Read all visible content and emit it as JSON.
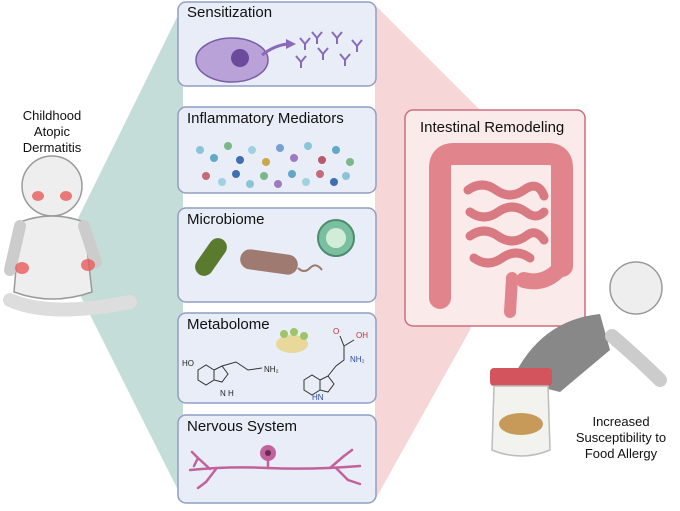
{
  "panels": [
    {
      "title": "Sensitization"
    },
    {
      "title": "Inflammatory Mediators"
    },
    {
      "title": "Microbiome"
    },
    {
      "title": "Metabolome"
    },
    {
      "title": "Nervous System"
    }
  ],
  "left": {
    "lines": [
      "Childhood",
      "Atopic",
      "Dermatitis"
    ]
  },
  "right_box": {
    "title": "Intestinal Remodeling"
  },
  "outcome": {
    "lines": [
      "Increased",
      "Susceptibility to",
      "Food Allergy"
    ]
  },
  "molecules": {
    "serotonin_oh": "HO",
    "serotonin_nh2": "NH₂",
    "serotonin_nh": "N\nH",
    "trp_o": "O",
    "trp_oh": "OH",
    "trp_nh2": "NH₂",
    "trp_hn": "HN"
  },
  "colors": {
    "teal_wedge": "#c5ddd8",
    "pink_wedge": "#f6d6d6",
    "panel_fill": "#e8edf7",
    "panel_border": "#8f9fc4",
    "intestine_fill": "#fbeaea",
    "intestine_border": "#cc6e7d",
    "neuron": "#c2629c",
    "bacteria_green": "#5a7a2e",
    "bacteria_brown": "#9e7a70"
  }
}
